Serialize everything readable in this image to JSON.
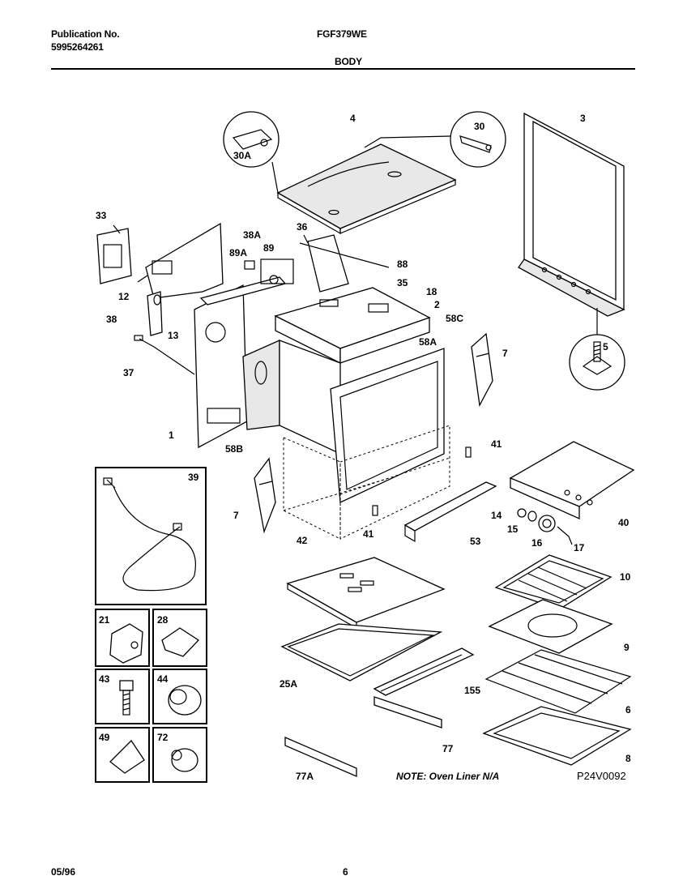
{
  "header": {
    "publication_label": "Publication No.",
    "publication_number": "5995264261",
    "model": "FGF379WE",
    "section": "BODY"
  },
  "footer": {
    "date": "05/96",
    "page": "6"
  },
  "diagram": {
    "note": "NOTE: Oven Liner N/A",
    "figure_code": "P24V0092",
    "parts": [
      {
        "key": "p4",
        "label": "4"
      },
      {
        "key": "p30",
        "label": "30"
      },
      {
        "key": "p30a",
        "label": "30A"
      },
      {
        "key": "p3",
        "label": "3"
      },
      {
        "key": "p33",
        "label": "33"
      },
      {
        "key": "p36",
        "label": "36"
      },
      {
        "key": "p38a",
        "label": "38A"
      },
      {
        "key": "p89a",
        "label": "89A"
      },
      {
        "key": "p89",
        "label": "89"
      },
      {
        "key": "p88",
        "label": "88"
      },
      {
        "key": "p35",
        "label": "35"
      },
      {
        "key": "p18",
        "label": "18"
      },
      {
        "key": "p2",
        "label": "2"
      },
      {
        "key": "p58c",
        "label": "58C"
      },
      {
        "key": "p12",
        "label": "12"
      },
      {
        "key": "p38",
        "label": "38"
      },
      {
        "key": "p13",
        "label": "13"
      },
      {
        "key": "p58a",
        "label": "58A"
      },
      {
        "key": "p7a",
        "label": "7"
      },
      {
        "key": "p5",
        "label": "5"
      },
      {
        "key": "p37",
        "label": "37"
      },
      {
        "key": "p1",
        "label": "1"
      },
      {
        "key": "p58b",
        "label": "58B"
      },
      {
        "key": "p41a",
        "label": "41"
      },
      {
        "key": "p39",
        "label": "39"
      },
      {
        "key": "p40",
        "label": "40"
      },
      {
        "key": "p7b",
        "label": "7"
      },
      {
        "key": "p14",
        "label": "14"
      },
      {
        "key": "p15",
        "label": "15"
      },
      {
        "key": "p16",
        "label": "16"
      },
      {
        "key": "p17",
        "label": "17"
      },
      {
        "key": "p41b",
        "label": "41"
      },
      {
        "key": "p53",
        "label": "53"
      },
      {
        "key": "p42",
        "label": "42"
      },
      {
        "key": "p10",
        "label": "10"
      },
      {
        "key": "p21",
        "label": "21"
      },
      {
        "key": "p28",
        "label": "28"
      },
      {
        "key": "p9",
        "label": "9"
      },
      {
        "key": "p43",
        "label": "43"
      },
      {
        "key": "p44",
        "label": "44"
      },
      {
        "key": "p25a",
        "label": "25A"
      },
      {
        "key": "p155",
        "label": "155"
      },
      {
        "key": "p6",
        "label": "6"
      },
      {
        "key": "p49",
        "label": "49"
      },
      {
        "key": "p72",
        "label": "72"
      },
      {
        "key": "p77",
        "label": "77"
      },
      {
        "key": "p8",
        "label": "8"
      },
      {
        "key": "p77a",
        "label": "77A"
      }
    ]
  }
}
